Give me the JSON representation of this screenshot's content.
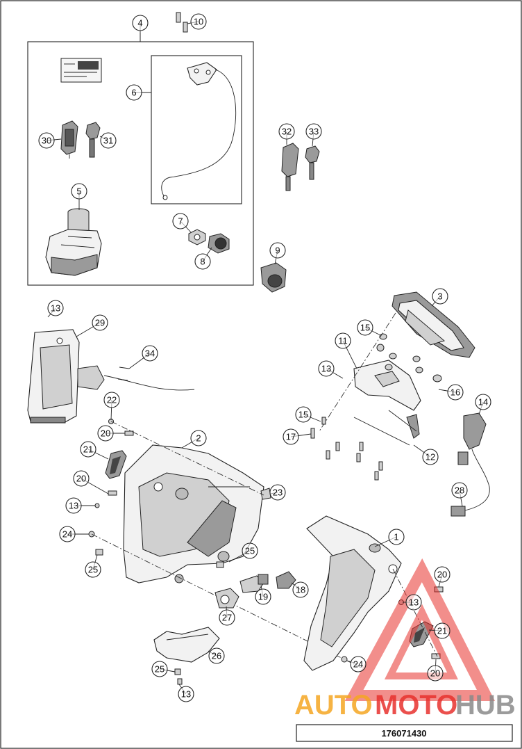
{
  "diagram": {
    "reference_number": "176071430",
    "callouts": [
      {
        "id": "c4",
        "label": "4"
      },
      {
        "id": "c10",
        "label": "10"
      },
      {
        "id": "c6",
        "label": "6"
      },
      {
        "id": "c30",
        "label": "30"
      },
      {
        "id": "c31",
        "label": "31"
      },
      {
        "id": "c5",
        "label": "5"
      },
      {
        "id": "c7",
        "label": "7"
      },
      {
        "id": "c8",
        "label": "8"
      },
      {
        "id": "c9",
        "label": "9"
      },
      {
        "id": "c32",
        "label": "32"
      },
      {
        "id": "c33",
        "label": "33"
      },
      {
        "id": "c3",
        "label": "3"
      },
      {
        "id": "c13a",
        "label": "13"
      },
      {
        "id": "c29",
        "label": "29"
      },
      {
        "id": "c15a",
        "label": "15"
      },
      {
        "id": "c11",
        "label": "11"
      },
      {
        "id": "c34",
        "label": "34"
      },
      {
        "id": "c13b",
        "label": "13"
      },
      {
        "id": "c16",
        "label": "16"
      },
      {
        "id": "c22",
        "label": "22"
      },
      {
        "id": "c14",
        "label": "14"
      },
      {
        "id": "c15b",
        "label": "15"
      },
      {
        "id": "c20a",
        "label": "20"
      },
      {
        "id": "c2",
        "label": "2"
      },
      {
        "id": "c17",
        "label": "17"
      },
      {
        "id": "c12",
        "label": "12"
      },
      {
        "id": "c21a",
        "label": "21"
      },
      {
        "id": "c20b",
        "label": "20"
      },
      {
        "id": "c28",
        "label": "28"
      },
      {
        "id": "c23",
        "label": "23"
      },
      {
        "id": "c13c",
        "label": "13"
      },
      {
        "id": "c24a",
        "label": "24"
      },
      {
        "id": "c1",
        "label": "1"
      },
      {
        "id": "c25a",
        "label": "25"
      },
      {
        "id": "c25b",
        "label": "25"
      },
      {
        "id": "c20c",
        "label": "20"
      },
      {
        "id": "c19",
        "label": "19"
      },
      {
        "id": "c18",
        "label": "18"
      },
      {
        "id": "c13d",
        "label": "13"
      },
      {
        "id": "c27",
        "label": "27"
      },
      {
        "id": "c21b",
        "label": "21"
      },
      {
        "id": "c26",
        "label": "26"
      },
      {
        "id": "c24b",
        "label": "24"
      },
      {
        "id": "c20d",
        "label": "20"
      },
      {
        "id": "c25c",
        "label": "25"
      },
      {
        "id": "c13e",
        "label": "13"
      }
    ]
  },
  "watermark": {
    "word_part1": "AUTO",
    "word_part2": "MOTO",
    "word_part3": "HUB",
    "color_orange": "#f5a623",
    "color_red": "#e8322e",
    "color_grey": "#8a8a8a"
  }
}
